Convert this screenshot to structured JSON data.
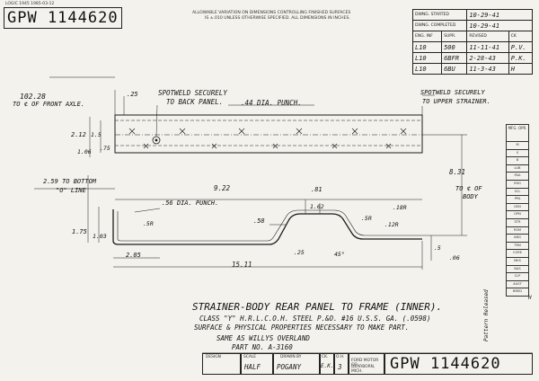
{
  "stamp_left": "LOGIC 1945  1985-03-12",
  "drawing_number_top": "GPW 1144620",
  "tolerance_line1": "ALLOWABLE VARIATION ON DIMENSIONS CONTROLLING FINISHED SURFACES",
  "tolerance_line2": "IS ±.010 UNLESS OTHERWISE SPECIFIED. ALL DIMENSIONS IN INCHES.",
  "tracking": {
    "started_label": "DWNG. STARTED",
    "started_value": "10-29-41",
    "completed_label": "DWNG. COMPLETED",
    "completed_value": "10-29-41",
    "eng_inf_label": "ENG. INF",
    "supr_label": "SUPR.",
    "revised_label": "REVISED",
    "ck_label": "CK",
    "rows": [
      {
        "eng": "L10",
        "supr": "500",
        "revised": "11-11-41",
        "ck": "P.V."
      },
      {
        "eng": "L10",
        "supr": "6BFR",
        "revised": "2-28-43",
        "ck": "P.K."
      },
      {
        "eng": "L10",
        "supr": "6BU",
        "revised": "11-3-43",
        "ck": "H"
      }
    ]
  },
  "side_column": {
    "header": "MFG. OPR.",
    "letters": [
      "M",
      "S",
      "B",
      "LUB",
      "PAA",
      "ENG",
      "SCL",
      "PPA",
      "GEN",
      "OPN",
      "STR",
      "RSM",
      "ANG",
      "TRN",
      "CORE",
      "MKS",
      "BAS",
      "CLP",
      "AUST",
      "BRED"
    ]
  },
  "dims": {
    "front_axle_value": "102.28",
    "front_axle_text": "TO ⊄ OF FRONT AXLE.",
    "d025_top": ".25",
    "spotweld_left_1": "SPOTWELD SECURELY",
    "spotweld_left_2": "TO BACK PANEL.",
    "punch_44": ".44 DIA. PUNCH.",
    "spotweld_right_1": "SPOTWELD SECURELY",
    "spotweld_right_2": "TO UPPER STRAINER.",
    "d212": "2.12",
    "d15": "1.5",
    "d75": ".75",
    "d106": "1.06",
    "bottom_line_1": "2.59 TO BOTTOM",
    "bottom_line_2": "\"O\" LINE",
    "d922": "9.22",
    "d81": ".81",
    "d831": "8.31",
    "body_1": "TO ⊄ OF",
    "body_2": "BODY",
    "punch_56": ".56 DIA. PUNCH.",
    "d162": "1.62",
    "d58": ".58",
    "r5_left": ".5R",
    "r5_right": ".5R",
    "r18_1": ".18R",
    "r18_2": ".12R",
    "d175": "1.75",
    "d103": "1.03",
    "d025_bot": ".25",
    "angle": "45°",
    "d205": "2.05",
    "d1511": "15.11",
    "d5": ".5",
    "d06": ".06"
  },
  "title": {
    "line1": "STRAINER-BODY REAR PANEL TO FRAME (INNER).",
    "line2": "CLASS \"Y\" H.R.L.C.O.H. STEEL P.&O. #16 U.S.S. GA. (.0598)",
    "line3": "SURFACE & PHYSICAL PROPERTIES NECESSARY TO MAKE PART.",
    "line4": "SAME AS WILLYS OVERLAND",
    "line5": "PART NO. A-3160"
  },
  "title_block": {
    "design_label": "DESIGN",
    "scale_label": "SCALE",
    "scale_value": "HALF",
    "drawn_label": "DRAWN BY",
    "drawn_value": "POGANY",
    "ck_label": "CK.",
    "ck_value": "E.K.",
    "oh_label": "O.H.",
    "oh_value": "3",
    "company_1": "FORD MOTOR CO.",
    "company_2": "DEARBORN, MICH.",
    "drawing_number": "GPW 1144620"
  },
  "margin_signature": "Pattern Released",
  "corner_mark": "H"
}
